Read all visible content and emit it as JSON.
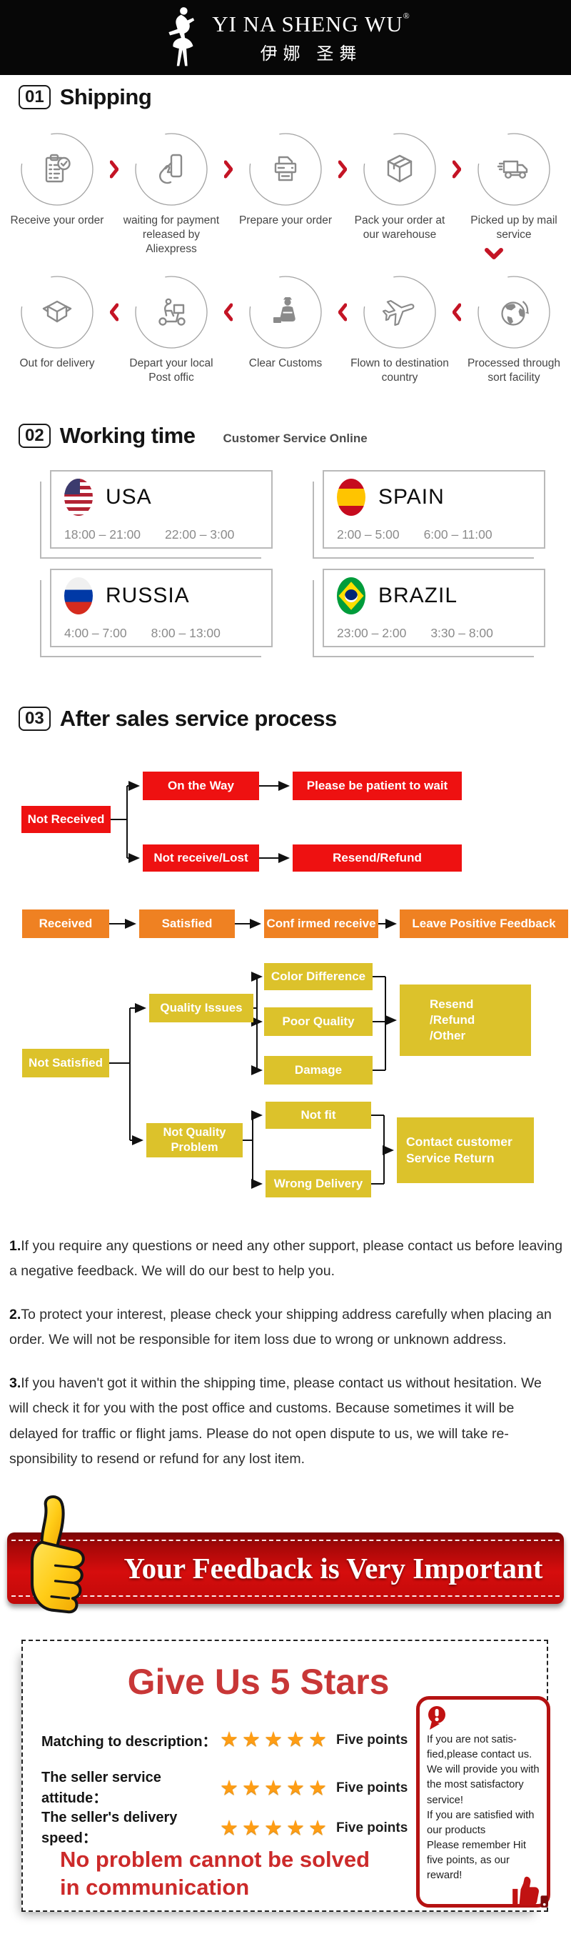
{
  "header": {
    "brand": "YI NA SHENG WU",
    "reg": "®",
    "brand_cn": "伊娜 圣舞"
  },
  "sections": {
    "shipping": {
      "num": "01",
      "title": "Shipping"
    },
    "working": {
      "num": "02",
      "title": "Working time",
      "subtitle": "Customer Service Online"
    },
    "aftersales": {
      "num": "03",
      "title": "After sales service process"
    }
  },
  "shipping": {
    "row1": [
      {
        "icon": "clipboard-check-icon",
        "label": "Receive your order"
      },
      {
        "icon": "hand-card-icon",
        "label": "waiting for payment released by Aliexpress"
      },
      {
        "icon": "printer-icon",
        "label": "Prepare your order"
      },
      {
        "icon": "package-icon",
        "label": "Pack your order at our warehouse"
      },
      {
        "icon": "truck-icon",
        "label": "Picked up by mail service"
      }
    ],
    "row2": [
      {
        "icon": "open-box-icon",
        "label": "Out  for delivery"
      },
      {
        "icon": "scooter-icon",
        "label": "Depart your local Post offic"
      },
      {
        "icon": "customs-officer-icon",
        "label": "Clear Customs"
      },
      {
        "icon": "airplane-icon",
        "label": "Flown to destination country"
      },
      {
        "icon": "globe-icon",
        "label": "Processed through sort facility"
      }
    ]
  },
  "working": {
    "countries": [
      {
        "name": "USA",
        "flag": "usa",
        "times": [
          "18:00 – 21:00",
          "22:00 – 3:00"
        ]
      },
      {
        "name": "SPAIN",
        "flag": "spain",
        "times": [
          "2:00 – 5:00",
          "6:00 – 11:00"
        ]
      },
      {
        "name": "RUSSIA",
        "flag": "russia",
        "times": [
          "4:00 – 7:00",
          "8:00 – 13:00"
        ]
      },
      {
        "name": "BRAZIL",
        "flag": "brazil",
        "times": [
          "23:00 – 2:00",
          "3:30 – 8:00"
        ]
      }
    ]
  },
  "flow": {
    "not_received": "Not Received",
    "on_the_way": "On the Way",
    "be_patient": "Please be patient to wait",
    "not_receive_lost": "Not receive/Lost",
    "resend_refund": "Resend/Refund",
    "received": "Received",
    "satisfied": "Satisfied",
    "confirmed_receive": "Conf irmed receive",
    "leave_feedback": "Leave Positive Feedback",
    "not_satisfied": "Not Satisfied",
    "quality_issues": "Quality Issues",
    "color_difference": "Color Difference",
    "poor_quality": "Poor Quality",
    "damage": "Damage",
    "resend_refund_other": "Resend\n/Refund\n/Other",
    "not_quality_problem": "Not Quality\nProblem",
    "not_fit": "Not fit",
    "wrong_delivery": "Wrong Delivery",
    "contact_return": "Contact customer\nService Return"
  },
  "notes": [
    {
      "num": "1.",
      "text": "If you require any questions or need any other support, please contact us before leaving a negative feedback. We will do our best to help you."
    },
    {
      "num": "2.",
      "text": "To protect your interest, please check your shipping address carefully when placing an order. We will not be responsible for item loss due to wrong or unknown address."
    },
    {
      "num": "3.",
      "text": "If you haven't got it within the shipping time, please contact us without hesitation. We will check it for you with the post office and customs. Because sometimes it will be delayed for traffic or flight jams. Please do not open dispute to us, we will take re-sponsibility to resend or refund for any lost item."
    }
  ],
  "banner": {
    "text": "Your Feedback is Very Important"
  },
  "stars": {
    "title": "Give Us 5 Stars",
    "star": "★",
    "rows": [
      {
        "label": "Matching to description：",
        "suffix": "Five points"
      },
      {
        "label": "The seller service attitude：",
        "suffix": "Five points"
      },
      {
        "label": "The seller's delivery speed：",
        "suffix": "Five points"
      }
    ],
    "slogan": "No problem cannot be solved\nin communication",
    "note": "If you are not satis-\nfied,please contact us.\nWe will provide you with\nthe most satisfactory\nservice!\nIf you are satisfied with\nour products\nPlease remember Hit\nfive points, as our\nreward!"
  },
  "colors": {
    "flow_red": "#ee1111",
    "flow_orange": "#ef8122",
    "flow_yellow": "#dcc22b",
    "arrow_red": "#c41425",
    "banner_red": "#c00909",
    "stars_title_red": "#c83737",
    "note_border_red": "#b51212",
    "star_orange": "#ff9d14"
  }
}
